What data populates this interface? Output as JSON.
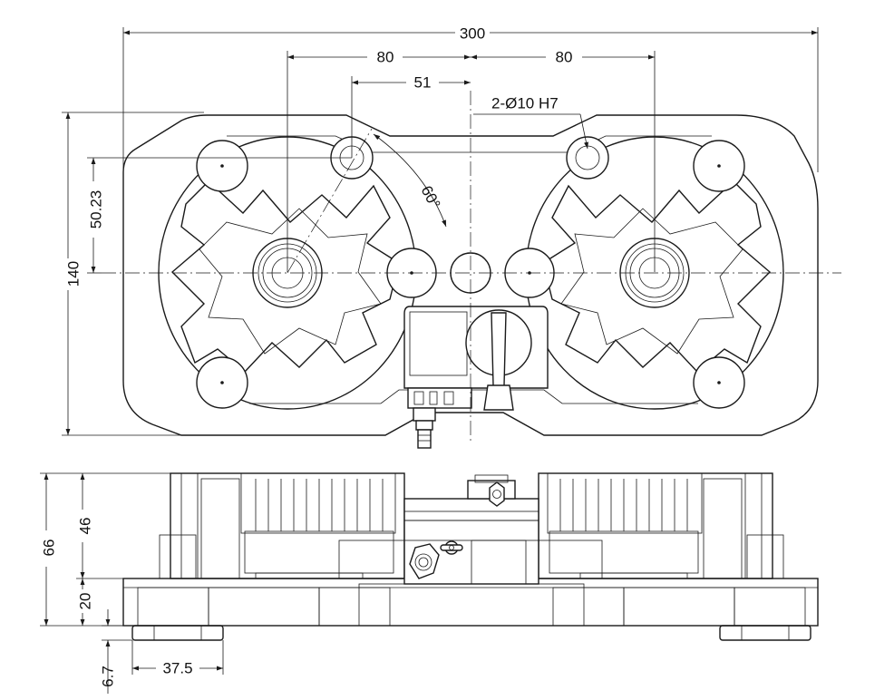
{
  "dimensions": {
    "overall_width": "300",
    "left_pitch": "80",
    "right_pitch": "80",
    "pin_offset": "51",
    "hole_callout": "2-Ø10 H7",
    "angle": "60°",
    "vertical_offset": "50.23",
    "overall_height": "140",
    "total_thickness": "66",
    "upper_height": "46",
    "base_height": "20",
    "foot_height": "6.7",
    "foot_width": "37.5"
  },
  "colors": {
    "line": "#1a1a1a",
    "background": "#ffffff"
  }
}
